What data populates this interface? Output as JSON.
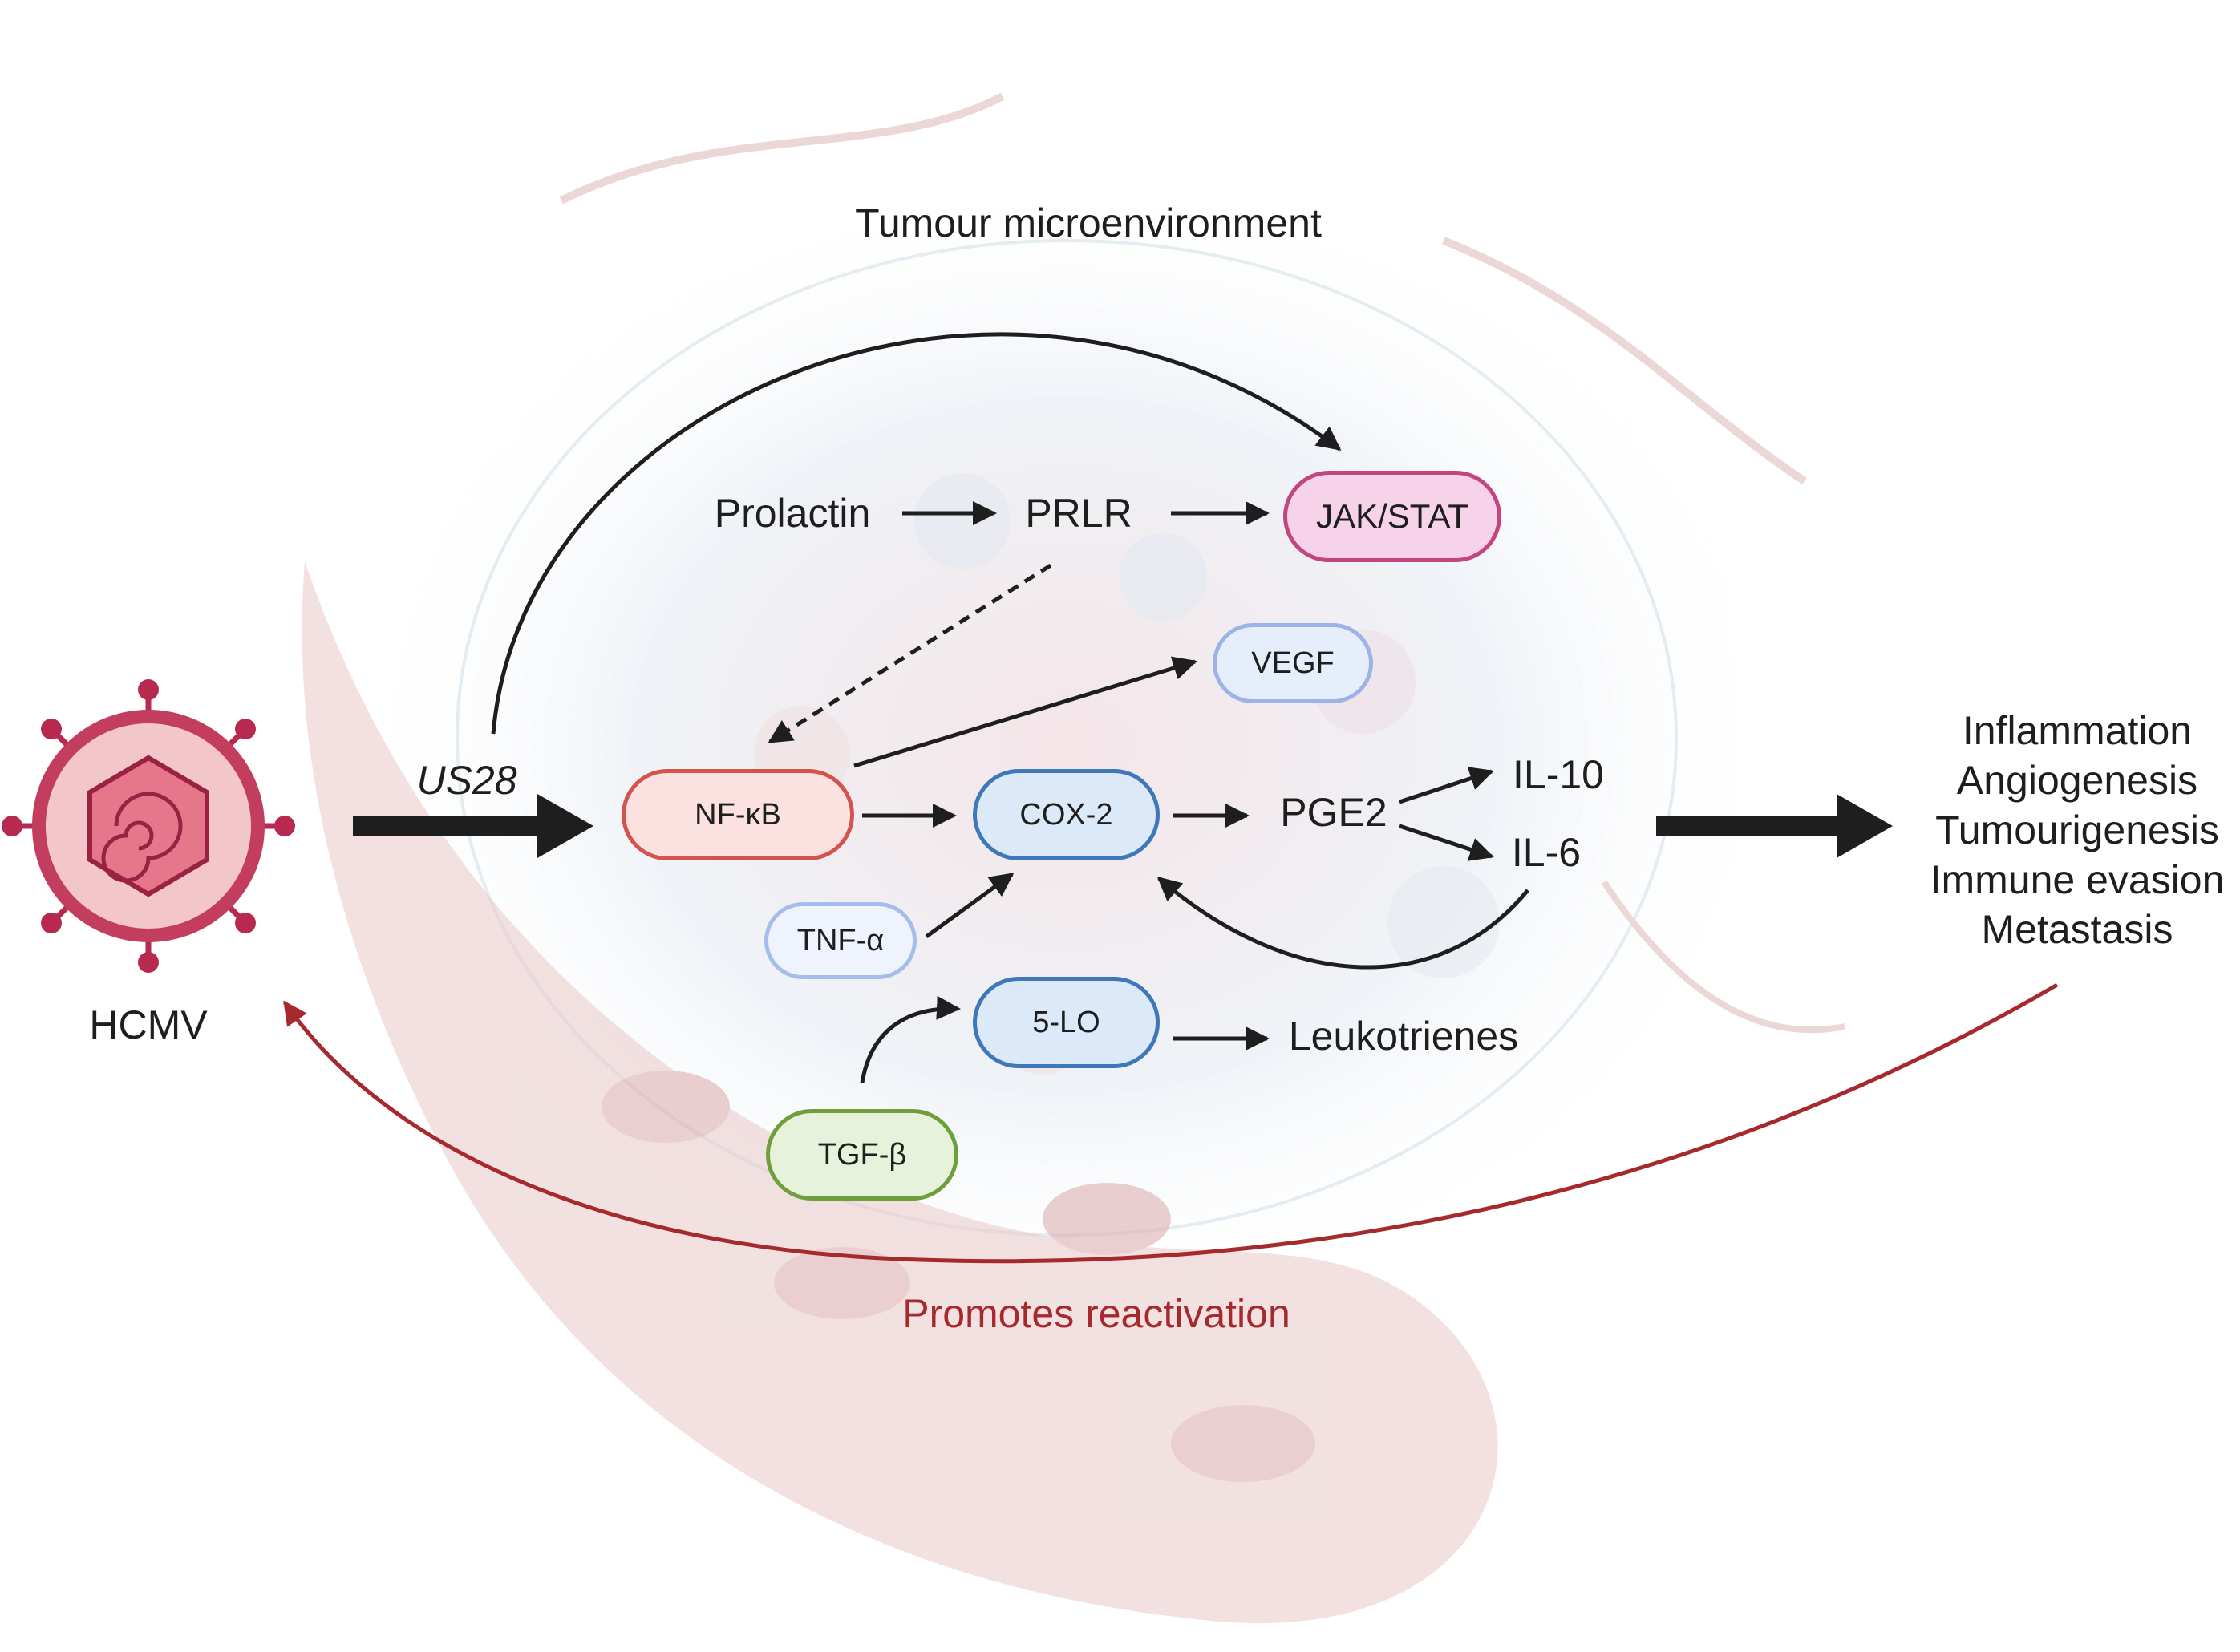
{
  "title": "Tumour microenvironment",
  "virus": {
    "label": "HCMV"
  },
  "gene": {
    "label": "US28"
  },
  "mediators": {
    "prolactin": "Prolactin",
    "prlr": "PRLR",
    "pge2": "PGE2",
    "il10": "IL-10",
    "il6": "IL-6",
    "leukotrienes": "Leukotrienes"
  },
  "nodes": {
    "jak_stat": {
      "label": "JAK/STAT",
      "fill": "#f7d3ea",
      "stroke": "#c2457f"
    },
    "vegf": {
      "label": "VEGF",
      "fill": "#e6edfb",
      "stroke": "#9db3e6"
    },
    "nfkb": {
      "label": "NF-κB",
      "fill": "#fbe1e0",
      "stroke": "#d2544d"
    },
    "cox2": {
      "label": "COX-2",
      "fill": "#dbe9f9",
      "stroke": "#3f78b9"
    },
    "tnfa": {
      "label": "TNF-α",
      "fill": "#eef3fd",
      "stroke": "#a6bcea"
    },
    "lo5": {
      "label": "5-LO",
      "fill": "#dbe9f9",
      "stroke": "#3f78b9"
    },
    "tgfb": {
      "label": "TGF-β",
      "fill": "#e6f2da",
      "stroke": "#6e9f3c"
    }
  },
  "outcomes": [
    "Inflammation",
    "Angiogenesis",
    "Tumourigenesis",
    "Immune evasion",
    "Metastasis"
  ],
  "feedback": {
    "label": "Promotes reactivation",
    "color": "#a62a2d"
  },
  "colors": {
    "arrow": "#1e1e1e",
    "virus": "#b7294f",
    "vessel": "#e9c9c9",
    "tumour": "#dbe6ee"
  }
}
